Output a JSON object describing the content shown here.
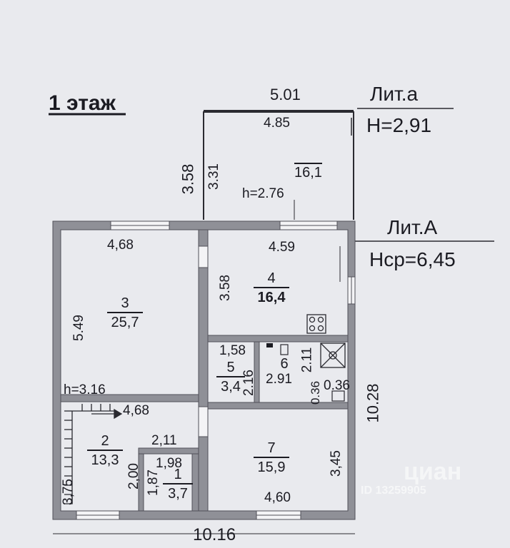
{
  "floor_title": "1 этаж",
  "lit_a_small": {
    "label": "Лит.а",
    "height": "H=2,91"
  },
  "lit_a_big": {
    "label": "Лит.А",
    "height": "Нср=6,45"
  },
  "outer_dims": {
    "top_small": "5.01",
    "left_small": "3.58",
    "right_total": "10.28",
    "bottom_total": "10.16"
  },
  "veranda": {
    "width": "4.85",
    "depth": "3.31",
    "area": "16,1",
    "height": "h=2.76"
  },
  "rooms": [
    {
      "id": "4",
      "area": "16,4",
      "w": "4.59",
      "h": "3.58"
    },
    {
      "id": "3",
      "area": "25,7",
      "w": "4,68",
      "h": "5.49"
    },
    {
      "id": "5",
      "area": "3,4",
      "w": "1,58",
      "h": "2.16"
    },
    {
      "id": "6",
      "area": "",
      "w": "2.91",
      "h": "2.11",
      "extra_w": "0.36",
      "extra_h": "0.36"
    },
    {
      "id": "7",
      "area": "15,9",
      "w": "4,60",
      "h": "3,45"
    },
    {
      "id": "2",
      "area": "13,3",
      "w": "4,68",
      "h": "2,00",
      "side": "3,75",
      "ceiling": "h=3.16"
    },
    {
      "id": "1",
      "area": "3,7",
      "w": "1,98",
      "h": "1,87"
    }
  ],
  "wc_width": "2,11",
  "watermark": {
    "brand": "циан",
    "id": "ID 13259905"
  }
}
